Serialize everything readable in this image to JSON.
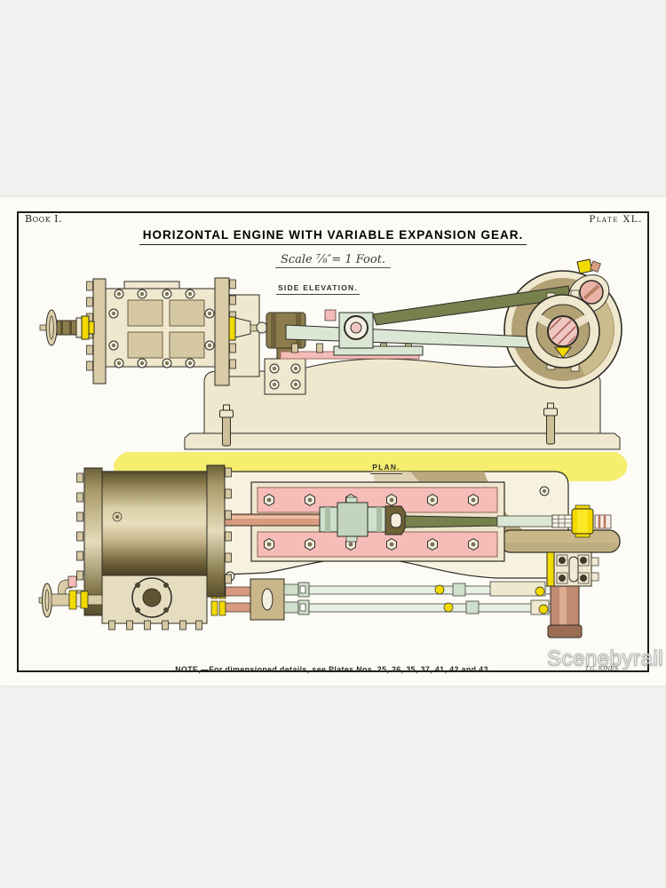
{
  "page": {
    "background": "#f1f1ef"
  },
  "plate": {
    "book_label": "Book I.",
    "plate_label": "Plate XL.",
    "title": "HORIZONTAL ENGINE WITH VARIABLE EXPANSION GEAR.",
    "scale_label": "Scale ⅞″= 1 Foot.",
    "views": [
      {
        "label": "SIDE ELEVATION."
      },
      {
        "label": "PLAN."
      }
    ],
    "note": "NOTE,—For dimensioned details, see Plates Nos. 25, 26, 35, 37, 41, 42 and 43.",
    "signature": "T.G. JONES."
  },
  "watermark": {
    "text": "Scenebyrail"
  },
  "palette": {
    "background": "#f1f1ef",
    "paper": "#fcfbf5",
    "ink": "#2e2c24",
    "machine-cream": "#efe8cf",
    "machine-tan": "#d9cca6",
    "machine-dark-tan": "#b2a175",
    "bronze-olive": "#8d7c4c",
    "rod-olive-green": "#76814e",
    "link-pale-green": "#dbe7d5",
    "slide-pink": "#f6bdb8",
    "copper": "#d89b80",
    "brass-yellow": "#f2d900",
    "foundation-yellow": "#f5ee6e"
  }
}
